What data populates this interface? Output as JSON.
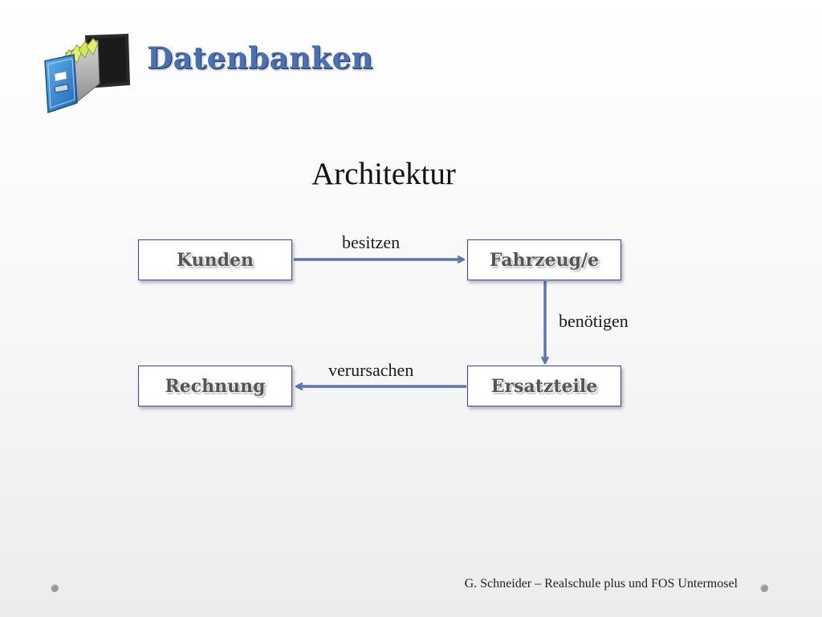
{
  "header": {
    "title": "Datenbanken",
    "logo_icon": "file-cabinet-drawer-icon"
  },
  "slide": {
    "title": "Architektur"
  },
  "diagram": {
    "entities": {
      "kunden": "Kunden",
      "fahrzeug": "Fahrzeug/e",
      "rechnung": "Rechnung",
      "ersatzteile": "Ersatzteile"
    },
    "relations": {
      "besitzen": "besitzen",
      "benoetigen": "benötigen",
      "verursachen": "verursachen"
    },
    "edges": [
      {
        "from": "kunden",
        "to": "fahrzeug",
        "label": "besitzen"
      },
      {
        "from": "fahrzeug",
        "to": "ersatzteile",
        "label": "benötigen"
      },
      {
        "from": "ersatzteile",
        "to": "rechnung",
        "label": "verursachen"
      }
    ]
  },
  "footer": {
    "text": "G. Schneider – Realschule plus und FOS Untermosel"
  },
  "colors": {
    "title_blue": "#4a6fb5",
    "box_border": "#3c3ce0",
    "arrow": "#5b74b4"
  }
}
